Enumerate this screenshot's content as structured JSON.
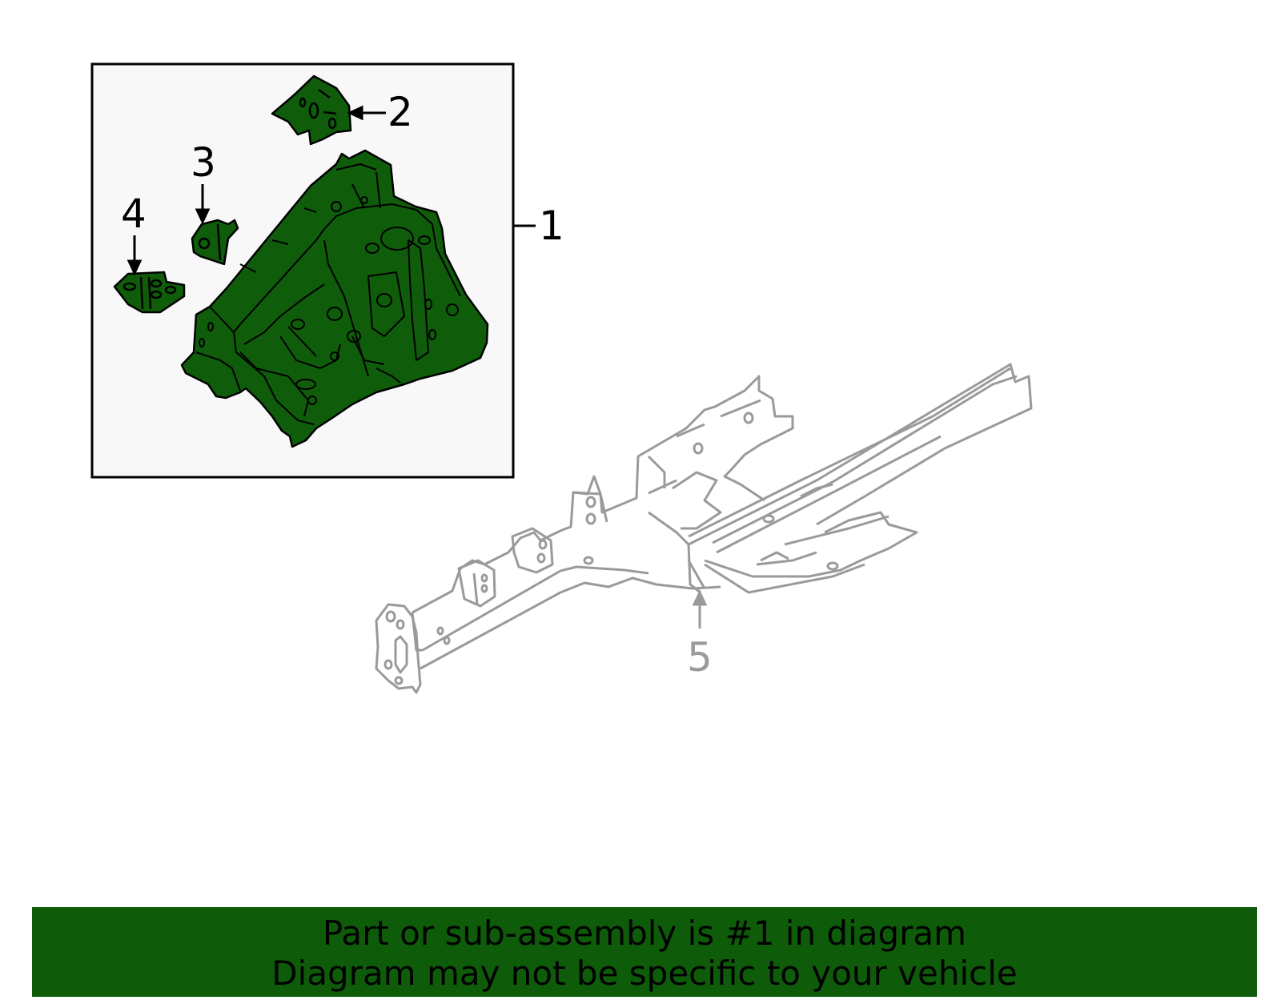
{
  "colors": {
    "part_fill": "#0f5c0b",
    "part_stroke": "#000000",
    "frame_stroke": "#9a9a9a",
    "inset_bg": "#f8f8f8",
    "banner_bg": "#0e5c0a"
  },
  "callouts": {
    "c1": "1",
    "c2": "2",
    "c3": "3",
    "c4": "4",
    "c5": "5"
  },
  "banner": {
    "line1": "Part or sub-assembly is #1 in diagram",
    "line2": "Diagram may not be specific to your vehicle"
  }
}
